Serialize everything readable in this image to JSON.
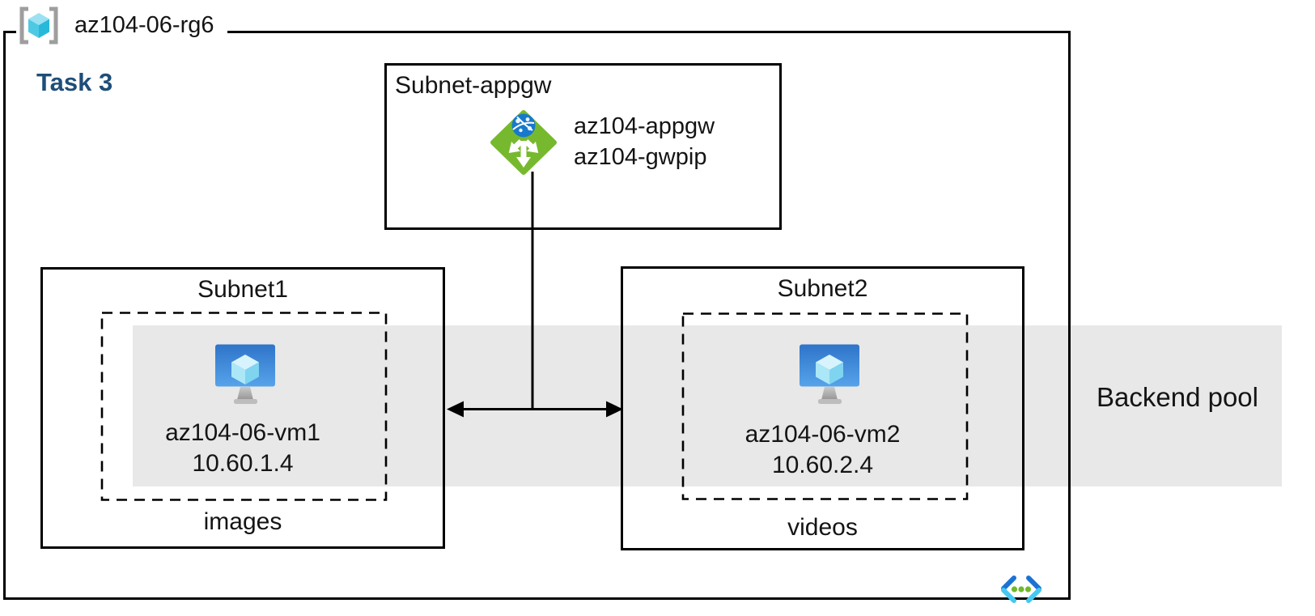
{
  "diagram": {
    "resource_group": {
      "label": "az104-06-rg6"
    },
    "task_label": "Task 3",
    "appgw_subnet": {
      "title": "Subnet-appgw",
      "gateway_name": "az104-appgw",
      "gateway_pip": "az104-gwpip"
    },
    "subnet1": {
      "title": "Subnet1",
      "vm_name": "az104-06-vm1",
      "vm_ip": "10.60.1.4",
      "caption": "images"
    },
    "subnet2": {
      "title": "Subnet2",
      "vm_name": "az104-06-vm2",
      "vm_ip": "10.60.2.4",
      "caption": "videos"
    },
    "backend_pool_label": "Backend pool",
    "icons": {
      "resource_group": "resource-group-icon",
      "application_gateway": "application-gateway-icon",
      "virtual_machine_1": "virtual-machine-icon",
      "virtual_machine_2": "virtual-machine-icon",
      "virtual_network": "virtual-network-icon"
    },
    "colors": {
      "backend_pool_band": "#e8e8e8",
      "task_label_blue": "#1f4e79",
      "appgw_green": "#77b92e",
      "globe_blue": "#1879cc",
      "vm_screen_top": "#2e74c9",
      "vm_screen_bottom": "#57a3ea",
      "cube_cyan_light": "#d7f3fd",
      "bracket_gray": "#9e9e9e",
      "vnet_blue": "#1b72d4",
      "vnet_cyan": "#45c8f2",
      "vnet_dot_green": "#70b92c",
      "border": "#000000"
    }
  }
}
